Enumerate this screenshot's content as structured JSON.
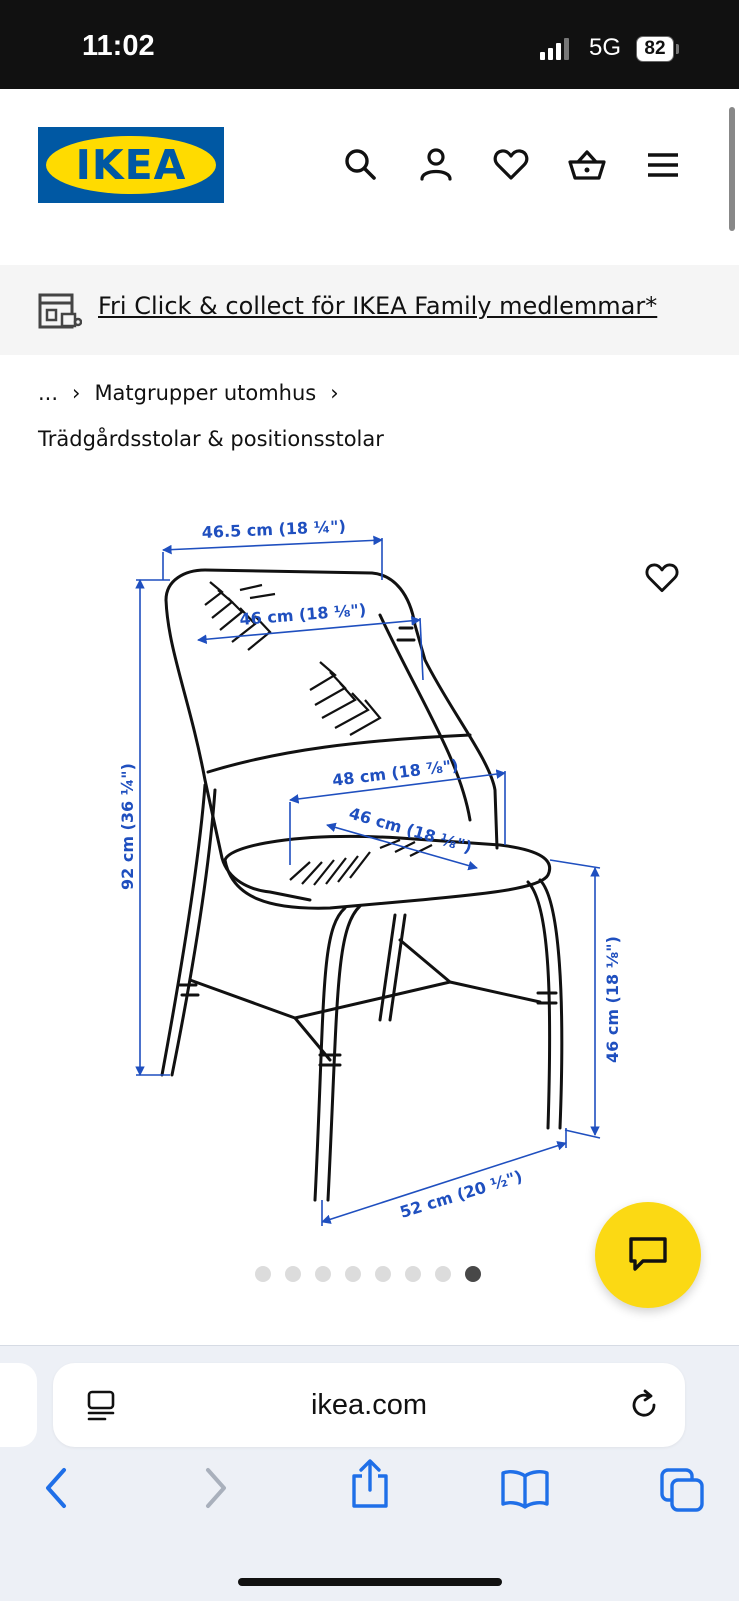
{
  "status": {
    "time": "11:02",
    "network": "5G",
    "battery": "82"
  },
  "header": {
    "logo_text": "IKEA",
    "icons": [
      "search-icon",
      "account-icon",
      "heart-icon",
      "basket-icon",
      "menu-icon"
    ]
  },
  "banner": {
    "text": "Fri Click & collect för IKEA Family medlemmar*"
  },
  "breadcrumb": {
    "ellipsis": "...",
    "separator": "›",
    "item1": "Matgrupper utomhus",
    "item2": "Trädgårdsstolar & positionsstolar"
  },
  "product_image": {
    "dimensions": {
      "top_width": "46.5 cm (18 ¼\")",
      "back_width": "46 cm (18 ⅛\")",
      "seat_width": "48 cm (18 ⅞\")",
      "seat_depth": "46 cm (18 ⅛\")",
      "total_height": "92 cm (36 ¼\")",
      "seat_height": "46 cm (18 ⅛\")",
      "base_depth": "52 cm (20 ½\")"
    },
    "carousel": {
      "total": 8,
      "active_index": 8
    }
  },
  "colors": {
    "ikea_blue": "#0058a3",
    "ikea_yellow": "#ffdb00",
    "dimension_blue": "#1f4fbf",
    "chat_yellow": "#fbd914"
  },
  "browser": {
    "url": "ikea.com"
  }
}
